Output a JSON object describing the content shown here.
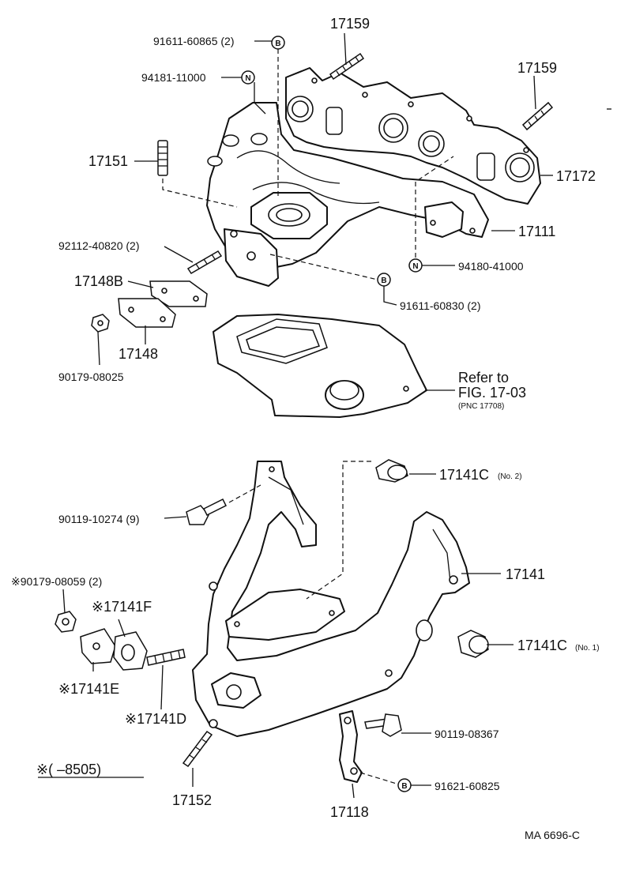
{
  "labels": {
    "p91611_60865": "91611-60865 (2)",
    "p94181_11000": "94181-11000",
    "p17159_a": "17159",
    "p17159_b": "17159",
    "p17151": "17151",
    "p17172": "17172",
    "p17111": "17111",
    "p92112_40820": "92112-40820 (2)",
    "p94180_41000": "94180-41000",
    "p17148B": "17148B",
    "p91611_60830": "91611-60830 (2)",
    "p17148": "17148",
    "p90179_08025": "90179-08025",
    "refer_to": "Refer to",
    "fig_ref": "FIG. 17-03",
    "pnc_ref": "(PNC 17708)",
    "p17141C_2": "17141C",
    "p17141C_2_note": "(No. 2)",
    "p90119_10274": "90119-10274 (9)",
    "p17141": "17141",
    "p90179_08059": "※90179-08059 (2)",
    "p17141F": "※17141F",
    "p17141C_1": "17141C",
    "p17141C_1_note": "(No. 1)",
    "p17141E": "※17141E",
    "p17141D": "※17141D",
    "p90119_08367": "90119-08367",
    "p91621_60825": "91621-60825",
    "footnote": "※(       –8505)",
    "p17152": "17152",
    "p17118": "17118",
    "ma_code": "MA  6696-C"
  },
  "callouts": {
    "B": "B",
    "N": "N"
  }
}
